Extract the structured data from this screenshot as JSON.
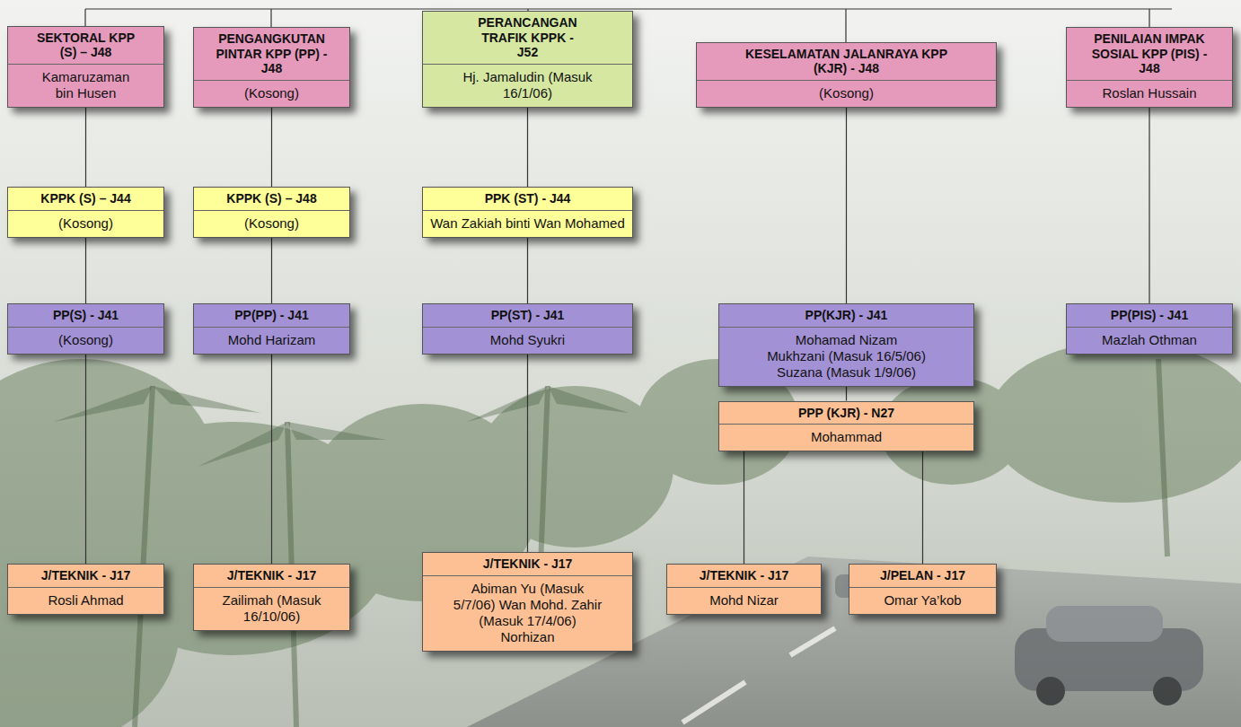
{
  "diagram": {
    "nodes": [
      {
        "text": [
          "SEKTORAL KPP (S) – J48",
          "Kamaruzaman bin Husen"
        ]
      },
      {
        "text": [
          "PENGANGKUTAN PINTAR KPP (PP) - J48",
          "(Kosong)"
        ]
      },
      {
        "text": [
          "PERANCANGAN TRAFIK KPPK - J52",
          "Hj. Jamaludin (Masuk 16/1/06)"
        ]
      },
      {
        "text": [
          "KESELAMATAN JALANRAYA KPP (KJR) - J48",
          "(Kosong)"
        ]
      },
      {
        "text": [
          "PENILAIAN IMPAK SOSIAL KPP (PIS) - J48",
          "Roslan Hussain"
        ]
      },
      {
        "text": [
          "KPPK (S) – J44",
          "(Kosong)"
        ]
      },
      {
        "text": [
          "KPPK (S) – J48",
          "(Kosong)"
        ]
      },
      {
        "text": [
          "PPK (ST) - J44",
          "Wan Zakiah binti Wan Mohamed"
        ]
      },
      {
        "text": [
          "PP(S) - J41",
          "(Kosong)"
        ]
      },
      {
        "text": [
          "PP(PP) - J41",
          "Mohd Harizam"
        ]
      },
      {
        "text": [
          "PP(ST) - J41",
          "Mohd Syukri"
        ]
      },
      {
        "text": [
          "PP(KJR) - J41",
          "Mohamad Nizam Mukhzani (Masuk 16/5/06) Suzana (Masuk 1/9/06)"
        ]
      },
      {
        "text": [
          "PP(PIS) - J41",
          "Mazlah Othman"
        ]
      },
      {
        "text": [
          "PPP (KJR) - N27",
          "Mohammad"
        ]
      },
      {
        "text": [
          "J/TEKNIK - J17",
          "Rosli Ahmad"
        ]
      },
      {
        "text": [
          "J/TEKNIK - J17",
          "Zailimah (Masuk 16/10/06)"
        ]
      },
      {
        "text": [
          "J/TEKNIK - J17",
          "Abiman Yu (Masuk 5/7/06) Wan Mohd. Zahir (Masuk 17/4/06) Norhizan"
        ]
      },
      {
        "text": [
          "J/TEKNIK - J17",
          "Mohd Nizar"
        ]
      },
      {
        "text": [
          "J/PELAN - J17",
          "Omar Ya’kob"
        ]
      }
    ],
    "edges": [
      {
        "from": 0,
        "to": 5,
        "arrow": "none"
      },
      {
        "from": 5,
        "to": 8,
        "arrow": "none"
      },
      {
        "from": 8,
        "to": 14,
        "arrow": "none"
      },
      {
        "from": 1,
        "to": 6,
        "arrow": "none"
      },
      {
        "from": 6,
        "to": 9,
        "arrow": "none"
      },
      {
        "from": 9,
        "to": 15,
        "arrow": "none"
      },
      {
        "from": 2,
        "to": 7,
        "arrow": "none"
      },
      {
        "from": 7,
        "to": 10,
        "arrow": "none"
      },
      {
        "from": 10,
        "to": 16,
        "arrow": "none"
      },
      {
        "from": 3,
        "to": 11,
        "arrow": "none"
      },
      {
        "from": 11,
        "to": 13,
        "arrow": "none"
      },
      {
        "from": 13,
        "to": 17,
        "arrow": "none"
      },
      {
        "from": 13,
        "to": 18,
        "arrow": "none"
      },
      {
        "from": 4,
        "to": 12,
        "arrow": "none"
      }
    ]
  }
}
